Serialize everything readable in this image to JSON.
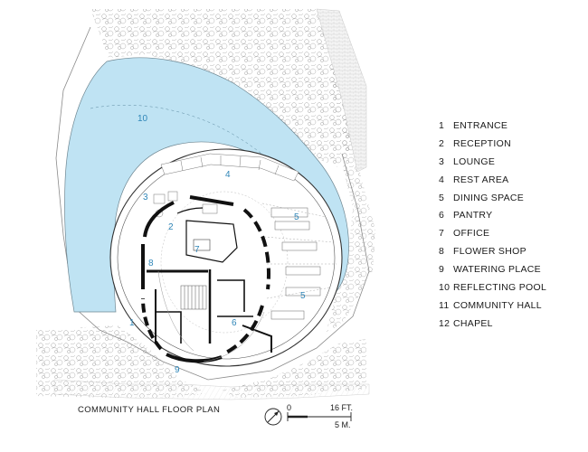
{
  "legend": [
    {
      "num": "1",
      "label": "ENTRANCE"
    },
    {
      "num": "2",
      "label": "RECEPTION"
    },
    {
      "num": "3",
      "label": "LOUNGE"
    },
    {
      "num": "4",
      "label": "REST AREA"
    },
    {
      "num": "5",
      "label": "DINING SPACE"
    },
    {
      "num": "6",
      "label": "PANTRY"
    },
    {
      "num": "7",
      "label": "OFFICE"
    },
    {
      "num": "8",
      "label": "FLOWER SHOP"
    },
    {
      "num": "9",
      "label": "WATERING PLACE"
    },
    {
      "num": "10",
      "label": "REFLECTING POOL"
    },
    {
      "num": "11",
      "label": "COMMUNITY HALL"
    },
    {
      "num": "12",
      "label": "CHAPEL"
    }
  ],
  "plan_labels": {
    "pool": "10",
    "lounge": "3",
    "rest_area": "4",
    "dining_upper": "5",
    "dining_lower": "5",
    "reception": "2",
    "office": "7",
    "flower_shop": "8",
    "entrance": "1",
    "pantry": "6",
    "watering_place": "9"
  },
  "caption": "COMMUNITY HALL FLOOR PLAN",
  "scale": {
    "zero": "0",
    "feet": "16 FT.",
    "meters": "5 M."
  },
  "colors": {
    "pool": "#bfe3f3",
    "label_blue": "#2f86b8",
    "walls": "#111111",
    "trees": "#9a9a9a"
  },
  "icons": {
    "north_arrow": "north-arrow-icon"
  }
}
